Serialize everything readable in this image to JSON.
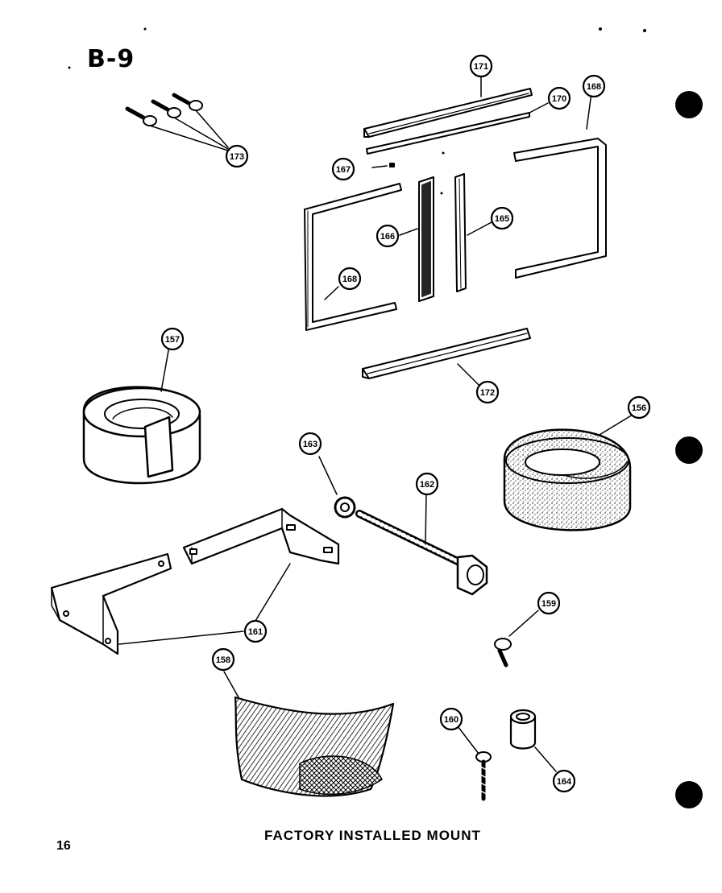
{
  "page": {
    "section_code": "B-9",
    "caption": "FACTORY INSTALLED MOUNT",
    "page_number": "16"
  },
  "parts": {
    "p156": "156",
    "p157": "157",
    "p158": "158",
    "p159": "159",
    "p160": "160",
    "p161": "161",
    "p162": "162",
    "p163": "163",
    "p164": "164",
    "p165": "165",
    "p166": "166",
    "p167": "167",
    "p168a": "168",
    "p168b": "168",
    "p170": "170",
    "p171": "171",
    "p172": "172",
    "p173": "173"
  }
}
